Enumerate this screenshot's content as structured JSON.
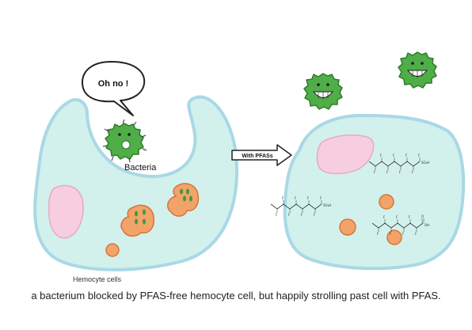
{
  "bubble_text": "Oh no !",
  "bacteria_label": "Bacteria",
  "hemocyte_label": "Hemocyte cells",
  "arrow_label": "With PFASs",
  "molecule_f": "F",
  "molecule_so3h": "SO₃H",
  "molecule_oh": "OH",
  "molecule_o": "O",
  "caption": "a bacterium blocked by PFAS-free hemocyte cell, but happily strolling past cell with PFAS.",
  "colors": {
    "cell_fill": "#d2f1ec",
    "cell_stroke": "#a9d8e6",
    "nucleus_fill": "#f7cde0",
    "nucleus_stroke": "#e9a7c4",
    "granule_fill": "#f2a36a",
    "granule_stroke": "#d7753a",
    "granule_dot": "#3f9a3c",
    "bacteria_fill": "#4fae47",
    "bacteria_stroke": "#2f7b2c"
  }
}
